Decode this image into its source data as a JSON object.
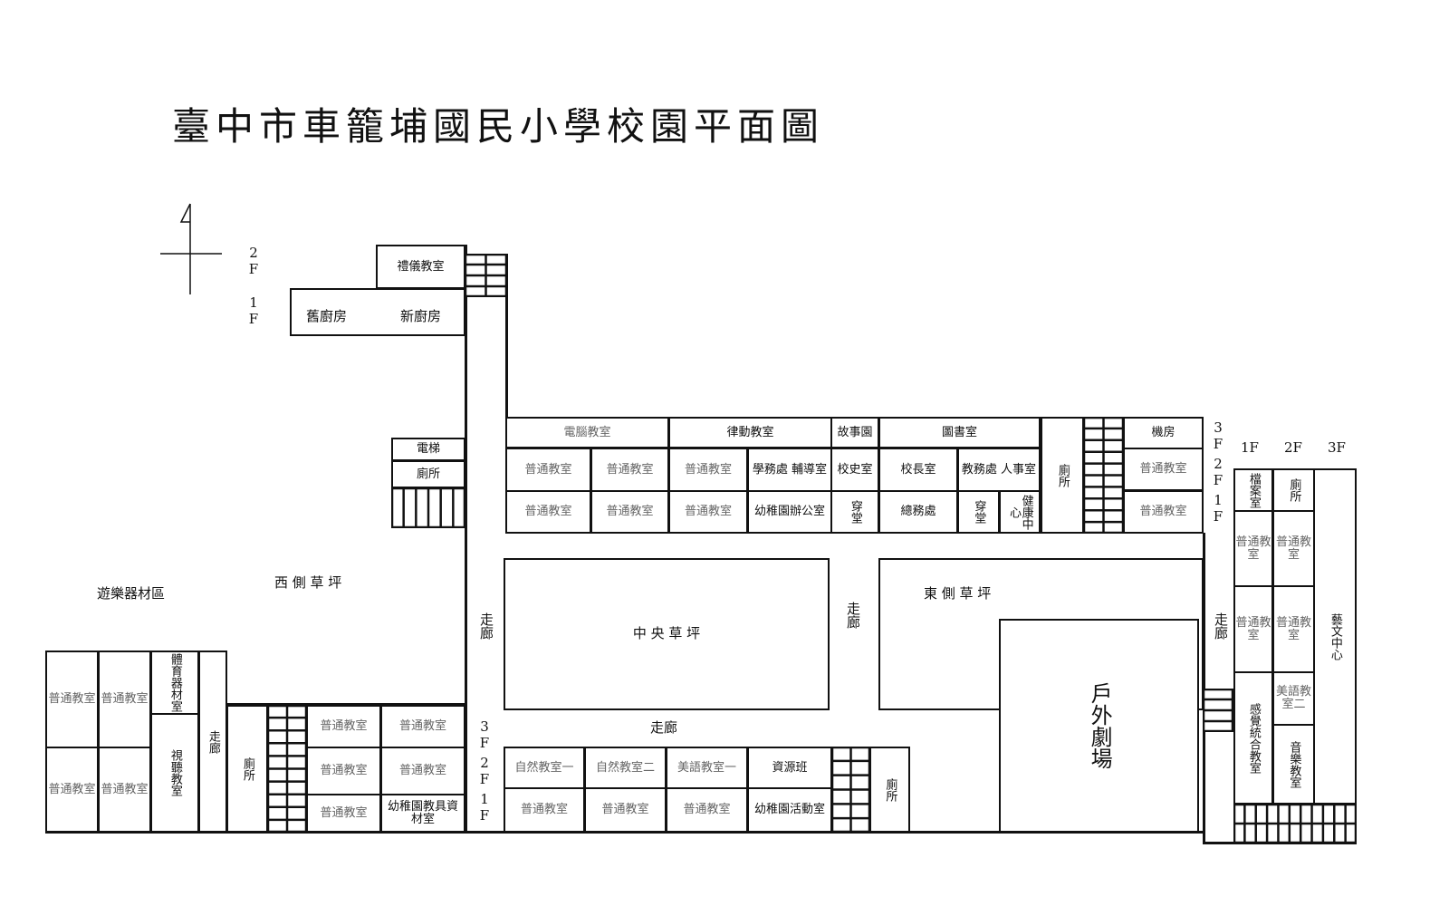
{
  "title": "臺中市車籠埔國民小學校園平面圖",
  "floor_labels": {
    "f1": "1F",
    "f2": "2F",
    "f3": "3F"
  },
  "areas": {
    "playground": "遊樂器材區",
    "west_lawn": "西 側 草 坪",
    "central_lawn": "中 央 草 坪",
    "east_lawn": "東 側 草 坪",
    "corridor": "走廊",
    "outdoor_theater": "戶外劇場"
  },
  "rooms": {
    "etiquette": "禮儀教室",
    "old_kitchen": "舊廚房",
    "new_kitchen": "新廚房",
    "elevator": "電梯",
    "restroom": "廁所",
    "computer": "電腦教室",
    "rhythm": "律動教室",
    "story": "故事園",
    "library": "圖書室",
    "classroom": "普通教室",
    "student_affairs": "學務處 輔導室",
    "history": "校史室",
    "principal": "校長室",
    "academic": "教務處 人事室",
    "kinder_office": "幼稚園辦公室",
    "hall": "穿堂",
    "general_affairs": "總務處",
    "health": "健康中心",
    "machine": "機房",
    "archive": "檔案室",
    "arts_center": "藝文中心",
    "sensory": "感覺統合教室",
    "english2": "美語教室二",
    "music": "音樂教室",
    "science1": "自然教室一",
    "science2": "自然教室二",
    "english1": "美語教室一",
    "resource": "資源班",
    "kinder_activity": "幼稚園活動室",
    "pe_equipment": "體育器材室",
    "av_room": "視聽教室",
    "kinder_materials": "幼稚園教具資材室"
  }
}
